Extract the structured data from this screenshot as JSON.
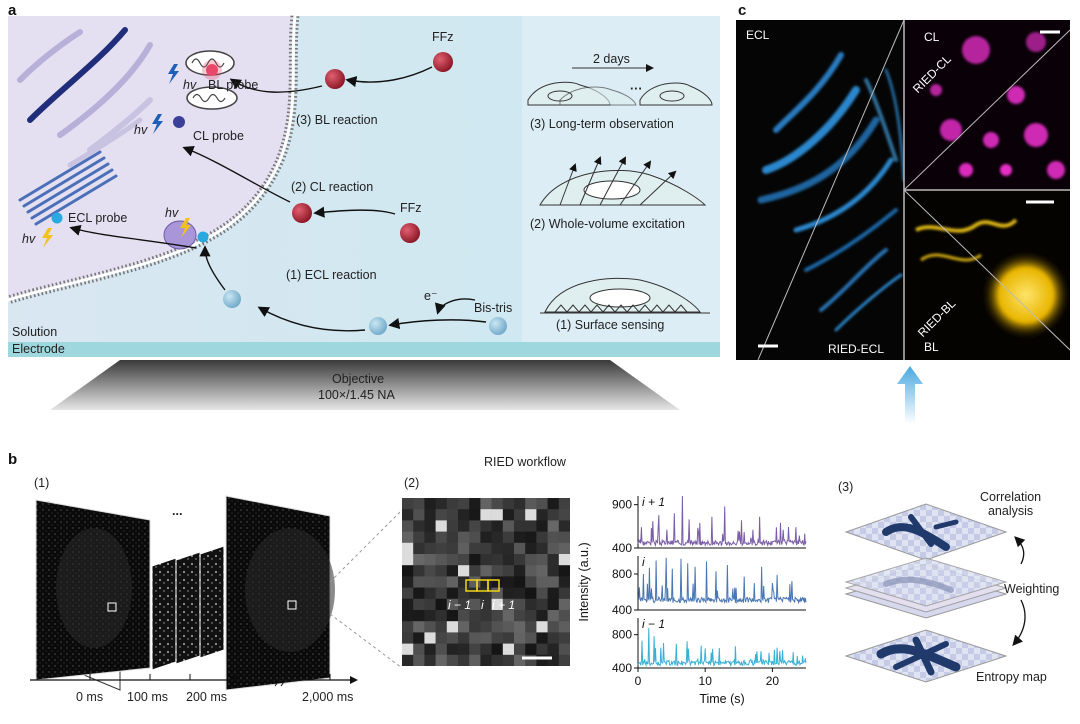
{
  "panel_a": {
    "letter": "a",
    "labels": {
      "ffz_top": "FFz",
      "ffz_mid": "FFz",
      "bl_probe": "BL probe",
      "cl_probe": "CL probe",
      "ecl_probe": "ECL probe",
      "hv": "hv",
      "bl_reaction": "(3) BL reaction",
      "cl_reaction": "(2) CL reaction",
      "ecl_reaction": "(1) ECL reaction",
      "electron": "e⁻",
      "bis_tris": "Bis-tris",
      "solution": "Solution",
      "electrode": "Electrode",
      "objective": "Objective",
      "objective_na": "100×/1.45 NA"
    },
    "modes": {
      "days": "2 days",
      "dots": "···",
      "long_term": "(3) Long-term observation",
      "whole_volume": "(2) Whole-volume excitation",
      "surface": "(1) Surface sensing"
    }
  },
  "panel_b": {
    "letter": "b",
    "workflow_title": "RIED workflow",
    "step1": "(1)",
    "step2": "(2)",
    "step3": "(3)",
    "ellipsis": "...",
    "time_ticks": [
      "0 ms",
      "100 ms",
      "200 ms",
      "2,000 ms"
    ],
    "pixel_labels": {
      "left": "i − 1",
      "mid": "i",
      "right": "i + 1"
    },
    "analysis": {
      "correlation": "Correlation\nanalysis",
      "weighting": "Weighting",
      "entropy": "Entropy map"
    }
  },
  "panel_c": {
    "letter": "c",
    "labels": {
      "ecl": "ECL",
      "ried_ecl": "RIED-ECL",
      "cl": "CL",
      "ried_cl": "RIED-CL",
      "bl": "BL",
      "ried_bl": "RIED-BL"
    }
  },
  "chart_data": {
    "type": "line",
    "xlabel": "Time (s)",
    "ylabel": "Intensity (a.u.)",
    "xlim": [
      0,
      25
    ],
    "x_ticks": [
      "0",
      "10",
      "20"
    ],
    "series": [
      {
        "name": "i + 1",
        "color": "#7b5ea7",
        "ylim": [
          400,
          1000
        ],
        "y_ticks": [
          "900",
          "400"
        ],
        "baseline": 430,
        "spikes": [
          [
            0.5,
            640
          ],
          [
            2.2,
            710
          ],
          [
            3.1,
            780
          ],
          [
            5.4,
            800
          ],
          [
            6.6,
            1000
          ],
          [
            7.6,
            730
          ],
          [
            9.2,
            690
          ],
          [
            11.0,
            760
          ],
          [
            12.9,
            880
          ],
          [
            15.4,
            720
          ],
          [
            18.1,
            760
          ],
          [
            21.2,
            690
          ],
          [
            23.5,
            640
          ]
        ]
      },
      {
        "name": "i",
        "color": "#4a77b4",
        "ylim": [
          400,
          1000
        ],
        "y_ticks": [
          "800",
          "400"
        ],
        "baseline": 480,
        "spikes": [
          [
            0.8,
            800
          ],
          [
            1.7,
            870
          ],
          [
            2.7,
            950
          ],
          [
            4.2,
            980
          ],
          [
            5.1,
            860
          ],
          [
            6.4,
            970
          ],
          [
            7.4,
            920
          ],
          [
            8.5,
            880
          ],
          [
            10.2,
            940
          ],
          [
            11.6,
            830
          ],
          [
            13.3,
            900
          ],
          [
            15.8,
            770
          ],
          [
            18.4,
            880
          ],
          [
            20.7,
            790
          ],
          [
            22.9,
            720
          ]
        ]
      },
      {
        "name": "i − 1",
        "color": "#39b1d6",
        "ylim": [
          400,
          1000
        ],
        "y_ticks": [
          "800",
          "400"
        ],
        "baseline": 430,
        "spikes": [
          [
            0.6,
            730
          ],
          [
            1.6,
            880
          ],
          [
            2.4,
            780
          ],
          [
            3.8,
            700
          ],
          [
            5.7,
            690
          ],
          [
            7.3,
            720
          ],
          [
            9.4,
            670
          ],
          [
            12.1,
            640
          ],
          [
            14.5,
            660
          ],
          [
            17.7,
            600
          ],
          [
            20.3,
            620
          ],
          [
            23.1,
            590
          ]
        ]
      }
    ]
  },
  "colors": {
    "cyto": "#e4e0f1",
    "solution": "#d6e8f1",
    "electrode": "#9ed7dd",
    "ecl": "#35a8ff",
    "cl": "#ff33dd",
    "bl": "#ffd21a"
  }
}
